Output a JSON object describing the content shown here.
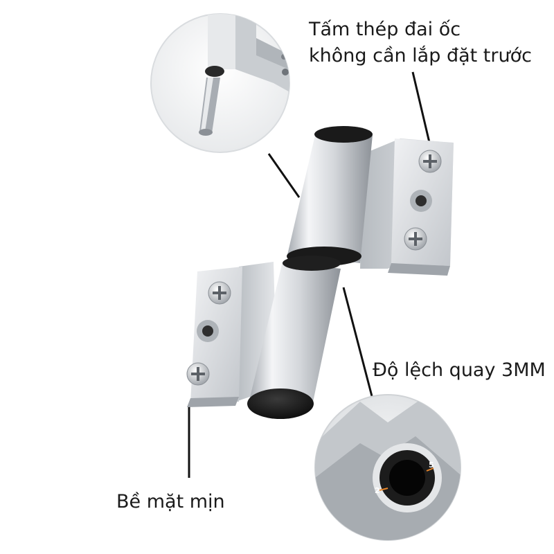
{
  "labels": {
    "nut_plate_line1": "Tấm thép đai ốc",
    "nut_plate_line2": "không cần lắp đặt trước",
    "rotation_offset": "Độ lệch quay 3MM",
    "smooth_surface": "Bề mặt mịn"
  },
  "detail_markers": {
    "marker_left": "2",
    "marker_right": "5"
  },
  "colors": {
    "aluminum_light": "#eef0f2",
    "aluminum_mid": "#c4c8cd",
    "aluminum_dark": "#8e9399",
    "black_cap": "#141414",
    "marker_orange": "#e8862a",
    "text": "#1a1a1a"
  }
}
